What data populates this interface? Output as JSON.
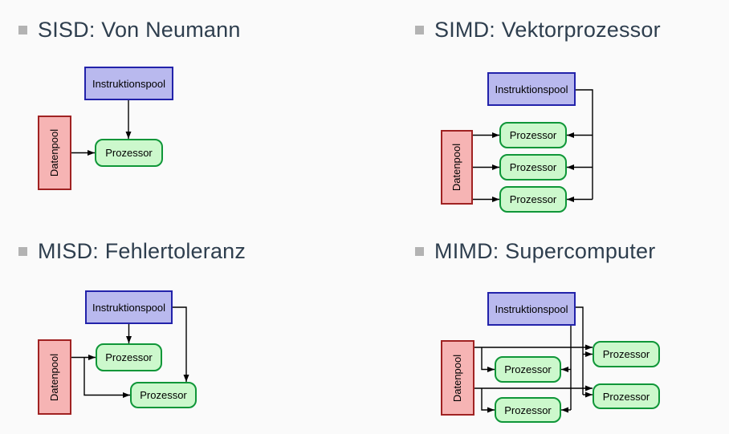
{
  "panels": [
    {
      "id": "sisd",
      "title": "SISD: Von Neumann",
      "processor_count": 1
    },
    {
      "id": "simd",
      "title": "SIMD: Vektorprozessor",
      "processor_count": 3
    },
    {
      "id": "misd",
      "title": "MISD: Fehlertoleranz",
      "processor_count": 2
    },
    {
      "id": "mimd",
      "title": "MIMD: Supercomputer",
      "processor_count": 4
    }
  ],
  "labels": {
    "instruction_pool": "Instruktionspool",
    "data_pool": "Datenpool",
    "processor": "Prozessor"
  },
  "colors": {
    "page_background": "#fafafa",
    "heading": "#2e3e4e",
    "bullet": "#b3b3b3",
    "instruction_fill": "#b9b9ee",
    "instruction_border": "#2222aa",
    "data_fill": "#f6b4b4",
    "data_border": "#a02222",
    "processor_fill": "#ccf8cc",
    "processor_border": "#0f9638",
    "line": "#000000"
  }
}
